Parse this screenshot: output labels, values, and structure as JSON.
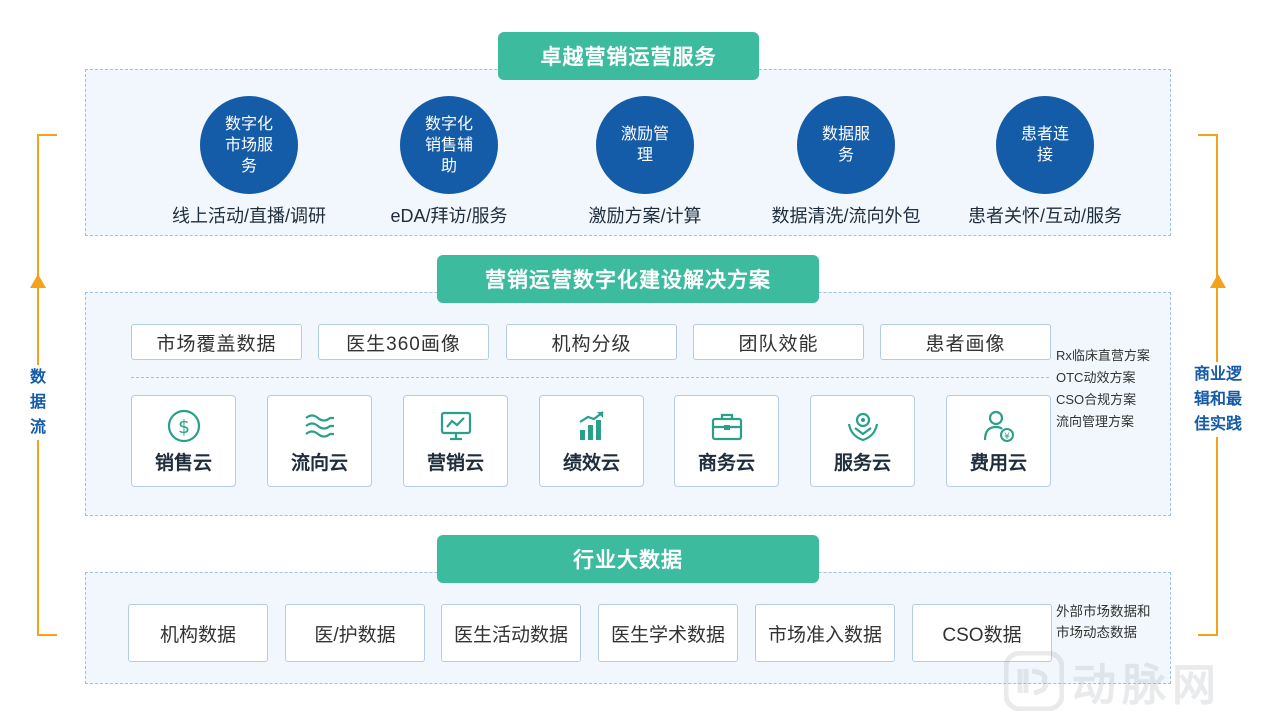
{
  "top": {
    "title": "卓越营销运营服务",
    "services": [
      {
        "circle": "数字化市场服务",
        "caption": "线上活动/直播/调研"
      },
      {
        "circle": "数字化销售辅助",
        "caption": "eDA/拜访/服务"
      },
      {
        "circle": "激励管理",
        "caption": "激励方案/计算"
      },
      {
        "circle": "数据服务",
        "caption": "数据清洗/流向外包"
      },
      {
        "circle": "患者连接",
        "caption": "患者关怀/互动/服务"
      }
    ]
  },
  "middle": {
    "title": "营销运营数字化建设解决方案",
    "chips": [
      "市场覆盖数据",
      "医生360画像",
      "机构分级",
      "团队效能",
      "患者画像"
    ],
    "clouds": [
      {
        "label": "销售云",
        "icon": "dollar-coin-icon"
      },
      {
        "label": "流向云",
        "icon": "flow-waves-icon"
      },
      {
        "label": "营销云",
        "icon": "monitor-chart-icon"
      },
      {
        "label": "绩效云",
        "icon": "bar-growth-icon"
      },
      {
        "label": "商务云",
        "icon": "briefcase-icon"
      },
      {
        "label": "服务云",
        "icon": "service-hands-icon"
      },
      {
        "label": "费用云",
        "icon": "user-yen-icon"
      }
    ],
    "side_notes": [
      "Rx临床直营方案",
      "OTC动效方案",
      "CSO合规方案",
      "流向管理方案"
    ]
  },
  "bottom": {
    "title": "行业大数据",
    "items": [
      "机构数据",
      "医/护数据",
      "医生活动数据",
      "医生学术数据",
      "市场准入数据",
      "CSO数据"
    ],
    "note": "外部市场数据和市场动态数据"
  },
  "left_label": "数据流",
  "right_label": "商业逻辑和最佳实践",
  "watermark": "动脉网",
  "colors": {
    "accent": "#3dbb9f",
    "circle": "#145ba8",
    "bracket": "#f5a21b",
    "icon": "#2aa08a"
  }
}
